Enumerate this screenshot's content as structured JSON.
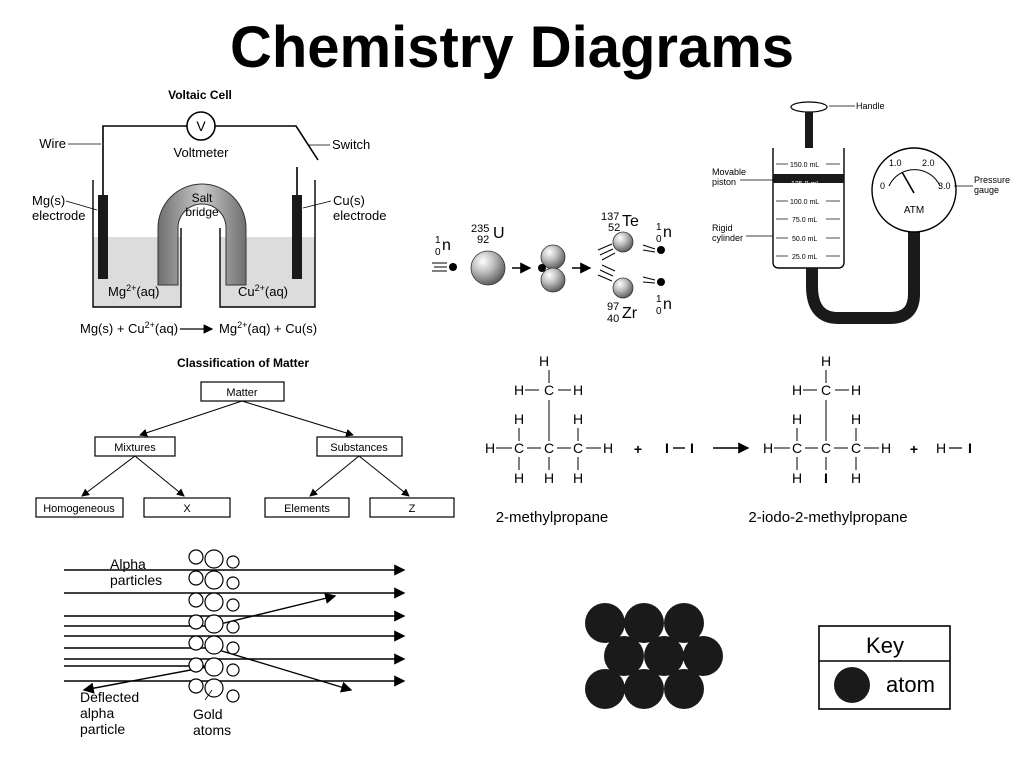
{
  "page_title": "Chemistry Diagrams",
  "voltaic": {
    "title": "Voltaic Cell",
    "wire": "Wire",
    "voltmeter_symbol": "V",
    "voltmeter": "Voltmeter",
    "switch": "Switch",
    "salt_bridge_1": "Salt",
    "salt_bridge_2": "bridge",
    "mg_electrode_1": "Mg(s)",
    "mg_electrode_2": "electrode",
    "cu_electrode_1": "Cu(s)",
    "cu_electrode_2": "electrode",
    "mg_ion": "Mg",
    "mg_ion_charge": "2+",
    "mg_ion_state": "(aq)",
    "cu_ion": "Cu",
    "cu_ion_charge": "2+",
    "cu_ion_state": "(aq)",
    "equation_left": "Mg(s) + Cu",
    "equation_left_charge": "2+",
    "equation_left_tail": "(aq)",
    "equation_right": "Mg",
    "equation_right_charge": "2+",
    "equation_right_tail": "(aq) + Cu(s)"
  },
  "fission": {
    "neutron_mass": "1",
    "neutron_number": "0",
    "neutron_symbol": "n",
    "uranium_mass": "235",
    "uranium_number": "92",
    "uranium_symbol": "U",
    "te_mass": "137",
    "te_number": "52",
    "te_symbol": "Te",
    "zr_mass": "97",
    "zr_number": "40",
    "zr_symbol": "Zr"
  },
  "gas_cylinder": {
    "handle": "Handle",
    "movable_piston_1": "Movable",
    "movable_piston_2": "piston",
    "rigid_cylinder_1": "Rigid",
    "rigid_cylinder_2": "cylinder",
    "volumes": [
      "150.0 mL",
      "125.0 mL",
      "100.0 mL",
      "75.0 mL",
      "50.0 mL",
      "25.0 mL"
    ],
    "gauge_ticks": [
      "0",
      "1.0",
      "2.0",
      "3.0"
    ],
    "gauge_unit": "ATM",
    "pressure_gauge_1": "Pressure",
    "pressure_gauge_2": "gauge"
  },
  "classification": {
    "title": "Classification of Matter",
    "matter": "Matter",
    "mixtures": "Mixtures",
    "substances": "Substances",
    "homogeneous": "Homogeneous",
    "x": "X",
    "elements": "Elements",
    "z": "Z"
  },
  "reaction": {
    "atom_h": "H",
    "atom_c": "C",
    "atom_i": "I",
    "plus": "+",
    "reactant_name": "2-methylpropane",
    "product_name": "2-iodo-2-methylpropane"
  },
  "gold_foil": {
    "alpha_1": "Alpha",
    "alpha_2": "particles",
    "deflected_1": "Deflected",
    "deflected_2": "alpha",
    "deflected_3": "particle",
    "gold_1": "Gold",
    "gold_2": "atoms"
  },
  "key": {
    "title": "Key",
    "atom": "atom"
  }
}
